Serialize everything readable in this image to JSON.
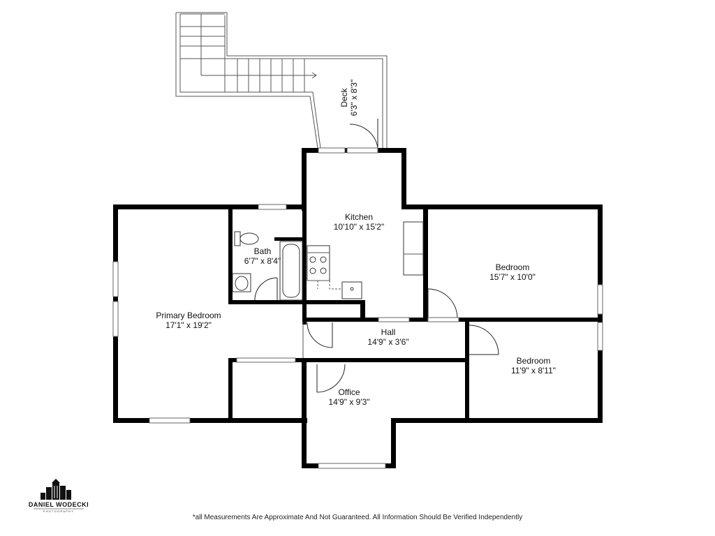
{
  "rooms": {
    "deck": {
      "name": "Deck",
      "dims": "6'3\" x 8'3\""
    },
    "kitchen": {
      "name": "Kitchen",
      "dims": "10'10\" x 15'2\""
    },
    "bath": {
      "name": "Bath",
      "dims": "6'7\" x 8'4\""
    },
    "primary_bedroom": {
      "name": "Primary Bedroom",
      "dims": "17'1\" x 19'2\""
    },
    "bedroom_1": {
      "name": "Bedroom",
      "dims": "15'7\" x 10'0\""
    },
    "hall": {
      "name": "Hall",
      "dims": "14'9\" x 3'6\""
    },
    "bedroom_2": {
      "name": "Bedroom",
      "dims": "11'9\" x 8'11\""
    },
    "office": {
      "name": "Office",
      "dims": "14'9\" x 9'3\""
    }
  },
  "logo": {
    "name": "DANIEL WODECKI",
    "tagline": "PHOTOGRAPHY"
  },
  "disclaimer": "*all Measurements Are Approximate And Not Guaranteed. All Information Should Be Verified Independently"
}
